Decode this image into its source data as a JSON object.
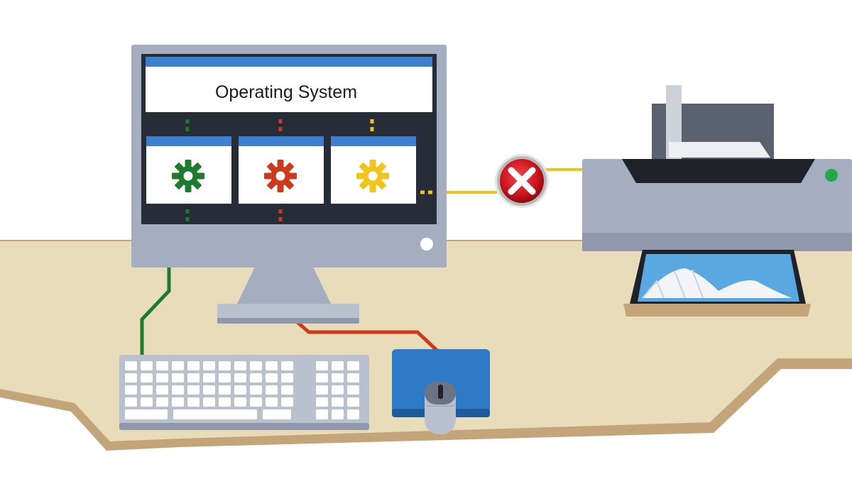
{
  "diagram": {
    "os_label": "Operating System",
    "colors": {
      "background": "#ffffff",
      "desk": "#e9dcbb",
      "desk_edge": "#c4a57a",
      "monitor_frame": "#a4aebf",
      "screen": "#262c38",
      "window_title_bar": "#3f7fcf",
      "window_body": "#ffffff",
      "green_signal": "#1f7a30",
      "red_signal": "#cc3a1c",
      "yellow_signal": "#f2c21d",
      "mouse_pad": "#2f7ac6",
      "printer_body": "#a4aebf",
      "printer_dark": "#1f2229",
      "printer_led": "#20a84a",
      "error_badge": "#c8141c"
    },
    "processes": [
      {
        "icon": "gear-icon",
        "color": "#1f7a30",
        "status": "connected"
      },
      {
        "icon": "gear-icon",
        "color": "#cc3a1c",
        "status": "connected"
      },
      {
        "icon": "gear-icon",
        "color": "#f2c21d",
        "status": "blocked"
      }
    ],
    "devices": [
      "keyboard",
      "mouse",
      "printer"
    ],
    "printer_link_status": "error"
  }
}
